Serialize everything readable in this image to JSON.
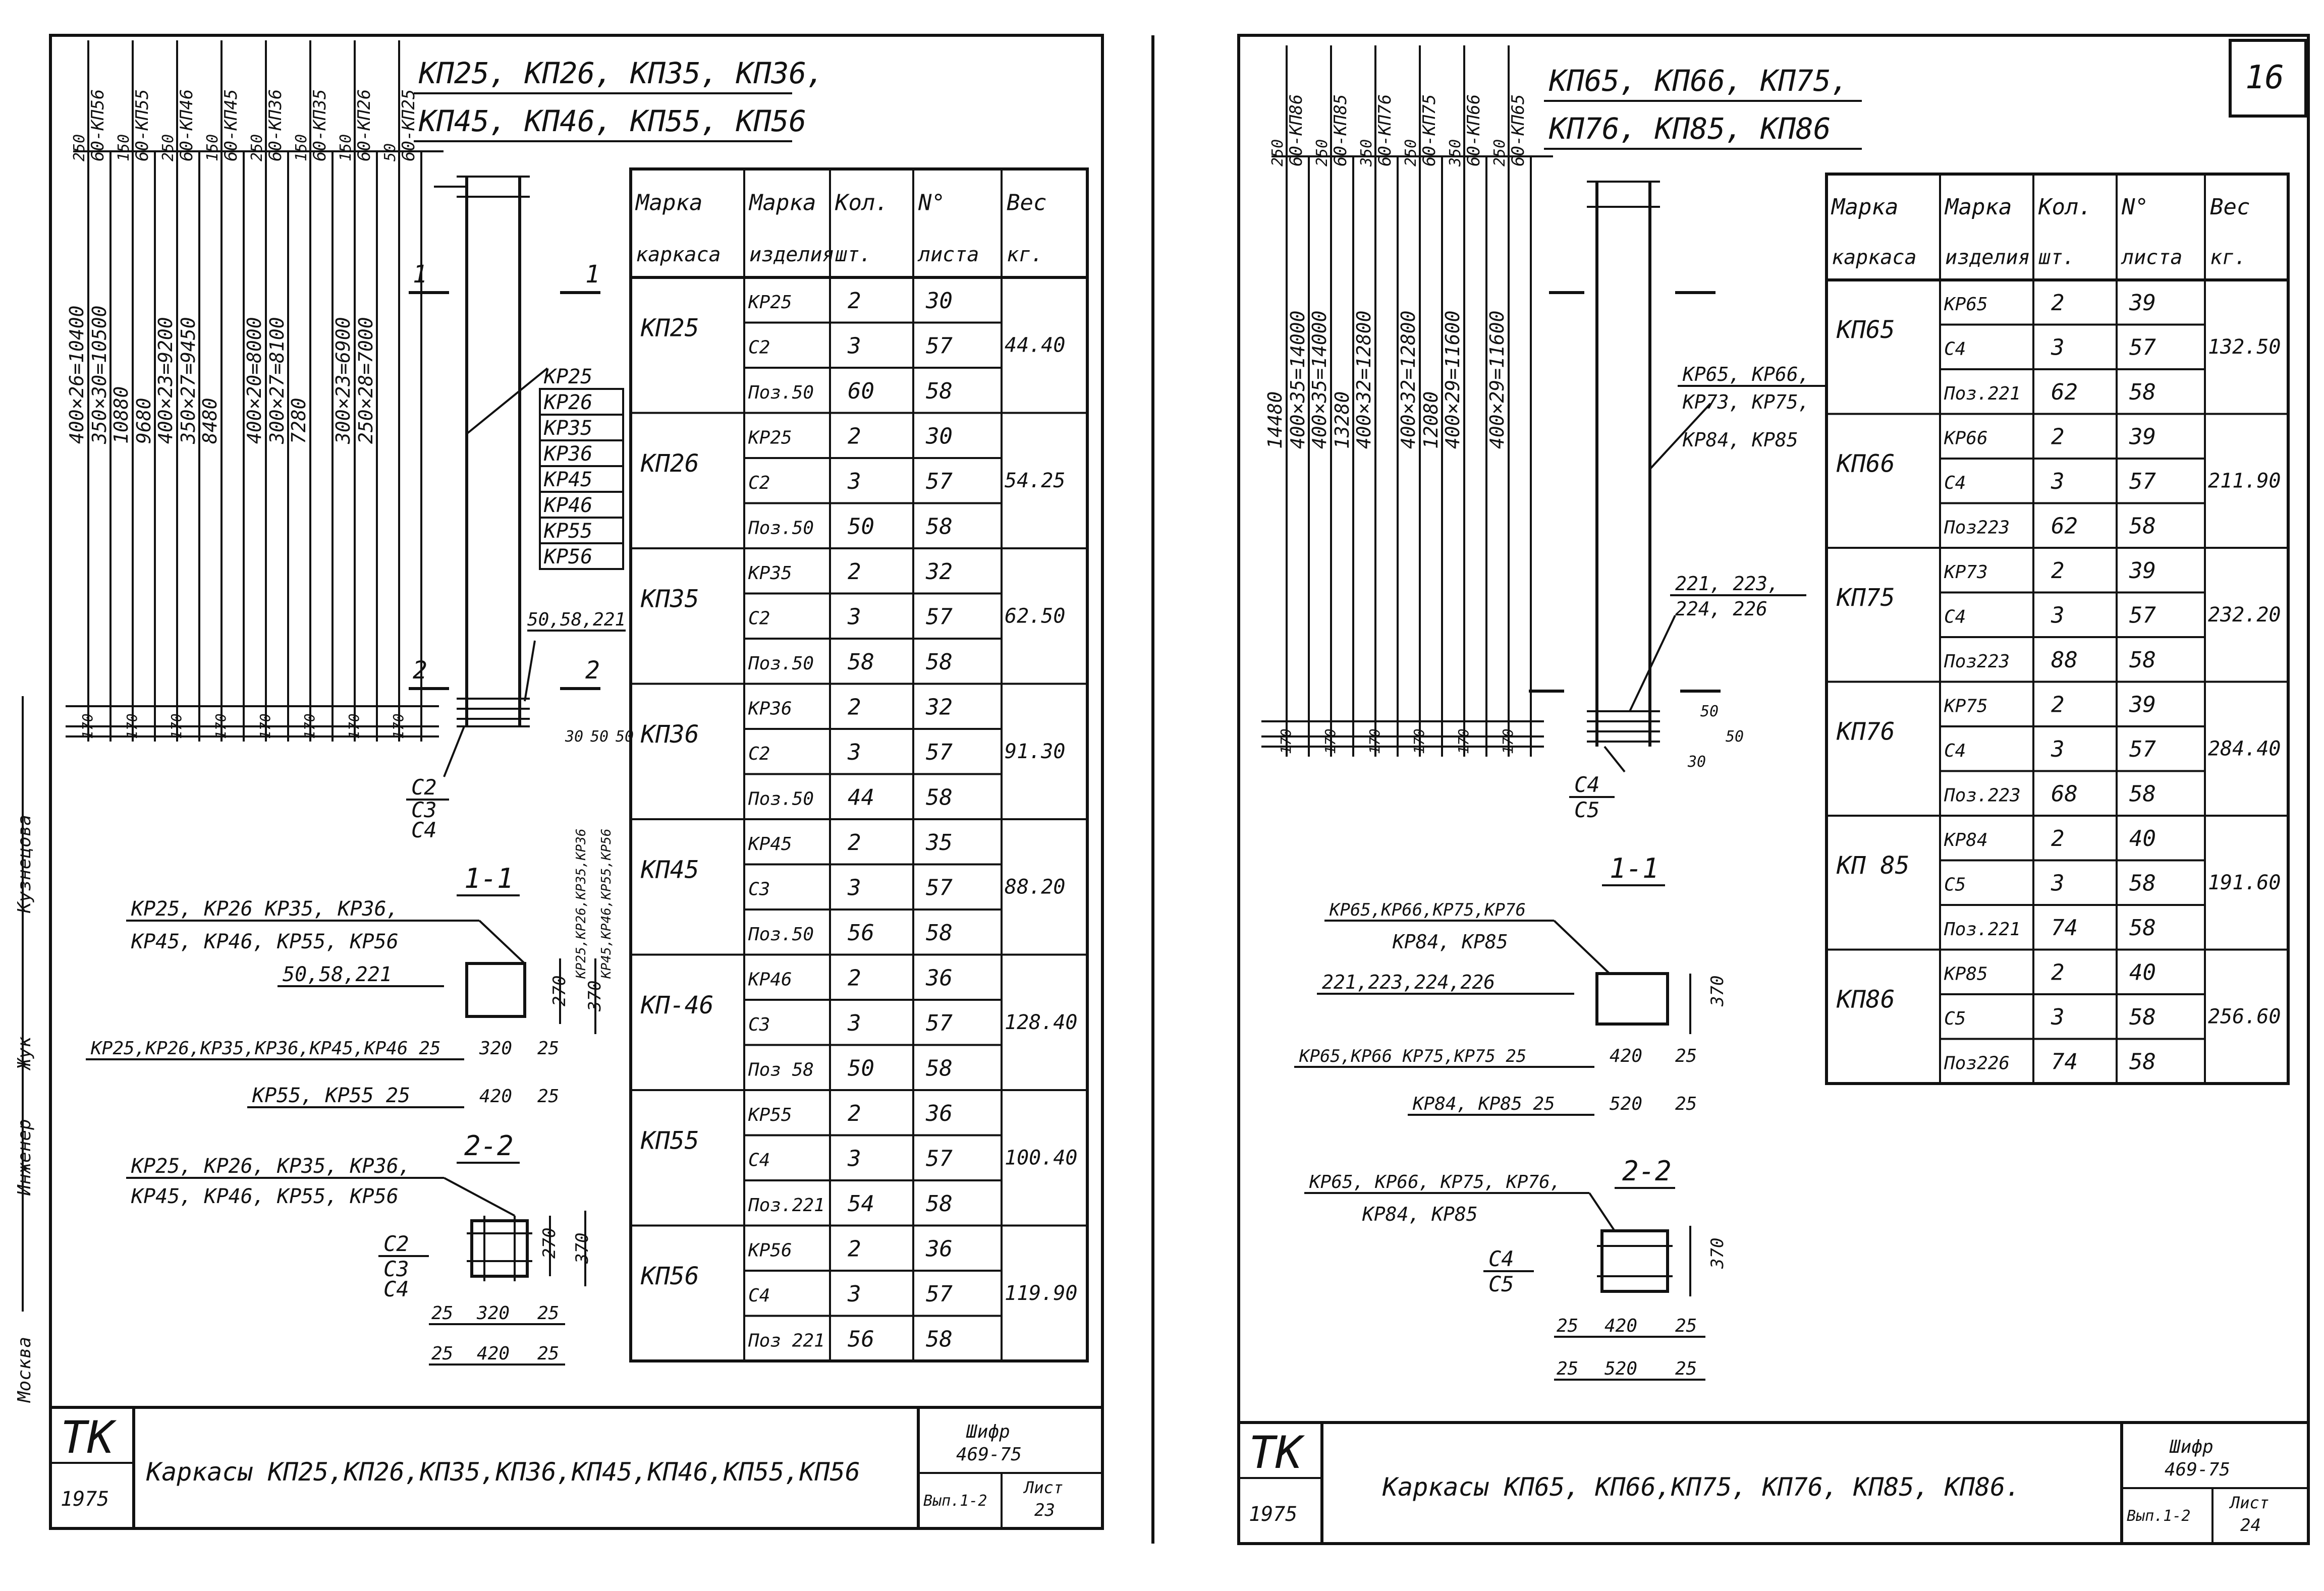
{
  "left": {
    "title_line1": "КП25, КП26, КП35, КП36,",
    "title_line2": "КП45, КП46, КП55, КП56",
    "dim_columns": [
      {
        "top": [
          "250",
          "60-КП56"
        ],
        "upper": "400×26=10400",
        "lower": "350×30=10500"
      },
      {
        "top": [
          "150",
          "60-КП55"
        ],
        "upper": "10880",
        "lower": "9680"
      },
      {
        "top": [
          "250",
          "60-КП46"
        ],
        "upper": "400×23=9200",
        "lower": "350×27=9450"
      },
      {
        "top": [
          "150",
          "60-КП45"
        ],
        "upper": "8480",
        "lower": ""
      },
      {
        "top": [
          "250",
          "60-КП36"
        ],
        "upper": "400×20=8000",
        "lower": "300×27=8100"
      },
      {
        "top": [
          "150",
          "60-КП35"
        ],
        "upper": "7280",
        "lower": ""
      },
      {
        "top": [
          "150",
          "60-КП26"
        ],
        "upper": "300×23=6900",
        "lower": "250×28=7000"
      },
      {
        "top": [
          "50",
          "60-КП25"
        ],
        "upper": "",
        "lower": ""
      }
    ],
    "bottom_dims": [
      "170",
      "170",
      "170",
      "170",
      "170",
      "170",
      "170",
      "170"
    ],
    "section_marks": {
      "s1": "1",
      "s2": "2"
    },
    "kr_list": [
      "КР25",
      "КР26",
      "КР35",
      "КР36",
      "КР45",
      "КР46",
      "КР55",
      "КР56"
    ],
    "pos_label": "50,58,221",
    "spacing_right": [
      "30",
      "50",
      "50"
    ],
    "c_labels": [
      "С2",
      "С3",
      "С4"
    ],
    "side_vertical": [
      "КР25,КР26,КР35,КР36",
      "КР45,КР46,КР55,КР56"
    ],
    "sec11": {
      "title": "1-1",
      "lead1": "КР25, КР26 КР35, КР36,",
      "lead2": "КР45, КР46, КР55, КР56",
      "pos": "50,58,221",
      "row1": "КР25,КР26,КР35,КР36,КР45,КР46 25",
      "row1_mid": "320",
      "row1_end": "25",
      "row2": "КР55, КР55 25",
      "row2_mid": "420",
      "row2_end": "25",
      "h1": "270",
      "h2": "370"
    },
    "sec22": {
      "title": "2-2",
      "lead1": "КР25, КР26, КР35, КР36,",
      "lead2": "КР45, КР46, КР55, КР56",
      "c_labels": [
        "С2",
        "С3",
        "С4"
      ],
      "h1": "270",
      "h2": "370",
      "row1": [
        "25",
        "320",
        "25"
      ],
      "row2": [
        "25",
        "420",
        "25"
      ]
    },
    "table": {
      "headers": [
        [
          "Марка",
          "каркаса"
        ],
        [
          "Марка",
          "изделия"
        ],
        [
          "Кол.",
          "шт."
        ],
        [
          "N°",
          "листа"
        ],
        [
          "Вес",
          "кг."
        ]
      ],
      "groups": [
        {
          "mark": "КП25",
          "weight": "44.40",
          "rows": [
            [
              "КР25",
              "2",
              "30"
            ],
            [
              "С2",
              "3",
              "57"
            ],
            [
              "Поз.50",
              "60",
              "58"
            ]
          ]
        },
        {
          "mark": "КП26",
          "weight": "54.25",
          "rows": [
            [
              "КР25",
              "2",
              "30"
            ],
            [
              "С2",
              "3",
              "57"
            ],
            [
              "Поз.50",
              "50",
              "58"
            ]
          ]
        },
        {
          "mark": "КП35",
          "weight": "62.50",
          "rows": [
            [
              "КР35",
              "2",
              "32"
            ],
            [
              "С2",
              "3",
              "57"
            ],
            [
              "Поз.50",
              "58",
              "58"
            ]
          ]
        },
        {
          "mark": "КП36",
          "weight": "91.30",
          "rows": [
            [
              "КР36",
              "2",
              "32"
            ],
            [
              "С2",
              "3",
              "57"
            ],
            [
              "Поз.50",
              "44",
              "58"
            ]
          ]
        },
        {
          "mark": "КП45",
          "weight": "88.20",
          "rows": [
            [
              "КР45",
              "2",
              "35"
            ],
            [
              "С3",
              "3",
              "57"
            ],
            [
              "Поз.50",
              "56",
              "58"
            ]
          ]
        },
        {
          "mark": "КП-46",
          "weight": "128.40",
          "rows": [
            [
              "КР46",
              "2",
              "36"
            ],
            [
              "С3",
              "3",
              "57"
            ],
            [
              "Поз 58",
              "50",
              "58"
            ]
          ]
        },
        {
          "mark": "КП55",
          "weight": "100.40",
          "rows": [
            [
              "КР55",
              "2",
              "36"
            ],
            [
              "С4",
              "3",
              "57"
            ],
            [
              "Поз.221",
              "54",
              "58"
            ]
          ]
        },
        {
          "mark": "КП56",
          "weight": "119.90",
          "rows": [
            [
              "КР56",
              "2",
              "36"
            ],
            [
              "С4",
              "3",
              "57"
            ],
            [
              "Поз 221",
              "56",
              "58"
            ]
          ]
        }
      ]
    },
    "stamp": {
      "tk": "ТК",
      "year": "1975",
      "title": "Каркасы КП25,КП26,КП35,КП36,КП45,КП46,КП55,КП56",
      "code1": "Шифр",
      "code2": "469-75",
      "vyp": "Вып.1-2",
      "list_label": "Лист",
      "list_no": "23"
    }
  },
  "right": {
    "page_no": "16",
    "title_line1": "КП65, КП66, КП75,",
    "title_line2": "КП76, КП85, КП86",
    "dim_columns": [
      {
        "top": [
          "250",
          "60-КП86"
        ],
        "upper": "14480",
        "lower": "400×35=14000"
      },
      {
        "top": [
          "250",
          "60-КП85"
        ],
        "upper": "400×35=14000",
        "lower": "13280"
      },
      {
        "top": [
          "350",
          "60-КП76"
        ],
        "upper": "400×32=12800",
        "lower": ""
      },
      {
        "top": [
          "250",
          "60-КП75"
        ],
        "upper": "400×32=12800",
        "lower": "12080"
      },
      {
        "top": [
          "350",
          "60-КП66"
        ],
        "upper": "400×29=11600",
        "lower": ""
      },
      {
        "top": [
          "250",
          "60-КП65"
        ],
        "upper": "400×29=11600",
        "lower": ""
      }
    ],
    "bottom_dims": [
      "170",
      "170",
      "170",
      "170",
      "170",
      "170"
    ],
    "kr_lead": [
      "КР65, КР66,",
      "КР73, КР75,",
      "КР84, КР85"
    ],
    "pos_lead": [
      "221, 223,",
      "224, 226"
    ],
    "spacing_right": [
      "50",
      "50",
      "30"
    ],
    "c_labels": [
      "С4",
      "С5"
    ],
    "sec11": {
      "title": "1-1",
      "lead1": "КР65,КР66,КР75,КР76",
      "lead2": "КР84, КР85",
      "pos": "221,223,224,226",
      "row1": "КР65,КР66 КР75,КР75 25",
      "row1_mid": "420",
      "row1_end": "25",
      "row2": "КР84, КР85 25",
      "row2_mid": "520",
      "row2_end": "25",
      "h": "370"
    },
    "sec22": {
      "title": "2-2",
      "lead1": "КР65, КР66, КР75, КР76,",
      "lead2": "КР84, КР85",
      "c_labels": [
        "С4",
        "С5"
      ],
      "h": "370",
      "row1": [
        "25",
        "420",
        "25"
      ],
      "row2": [
        "25",
        "520",
        "25"
      ]
    },
    "table": {
      "headers": [
        [
          "Марка",
          "каркаса"
        ],
        [
          "Марка",
          "изделия"
        ],
        [
          "Кол.",
          "шт."
        ],
        [
          "N°",
          "листа"
        ],
        [
          "Вес",
          "кг."
        ]
      ],
      "groups": [
        {
          "mark": "КП65",
          "weight": "132.50",
          "rows": [
            [
              "КР65",
              "2",
              "39"
            ],
            [
              "С4",
              "3",
              "57"
            ],
            [
              "Поз.221",
              "62",
              "58"
            ]
          ]
        },
        {
          "mark": "КП66",
          "weight": "211.90",
          "rows": [
            [
              "КР66",
              "2",
              "39"
            ],
            [
              "С4",
              "3",
              "57"
            ],
            [
              "Поз223",
              "62",
              "58"
            ]
          ]
        },
        {
          "mark": "КП75",
          "weight": "232.20",
          "rows": [
            [
              "КР73",
              "2",
              "39"
            ],
            [
              "С4",
              "3",
              "57"
            ],
            [
              "Поз223",
              "88",
              "58"
            ]
          ]
        },
        {
          "mark": "КП76",
          "weight": "284.40",
          "rows": [
            [
              "КР75",
              "2",
              "39"
            ],
            [
              "С4",
              "3",
              "57"
            ],
            [
              "Поз.223",
              "68",
              "58"
            ]
          ]
        },
        {
          "mark": "КП 85",
          "weight": "191.60",
          "rows": [
            [
              "КР84",
              "2",
              "40"
            ],
            [
              "С5",
              "3",
              "58"
            ],
            [
              "Поз.221",
              "74",
              "58"
            ]
          ]
        },
        {
          "mark": "КП86",
          "weight": "256.60",
          "rows": [
            [
              "КР85",
              "2",
              "40"
            ],
            [
              "С5",
              "3",
              "58"
            ],
            [
              "Поз226",
              "74",
              "58"
            ]
          ]
        }
      ]
    },
    "stamp": {
      "tk": "ТК",
      "year": "1975",
      "title": "Каркасы КП65, КП66,КП75, КП76, КП85, КП86.",
      "code1": "Шифр",
      "code2": "469-75",
      "vyp": "Вып.1-2",
      "list_label": "Лист",
      "list_no": "24"
    }
  },
  "margin_vertical": [
    "Москва",
    "Инженер",
    "Жук",
    "Кузнецова"
  ]
}
